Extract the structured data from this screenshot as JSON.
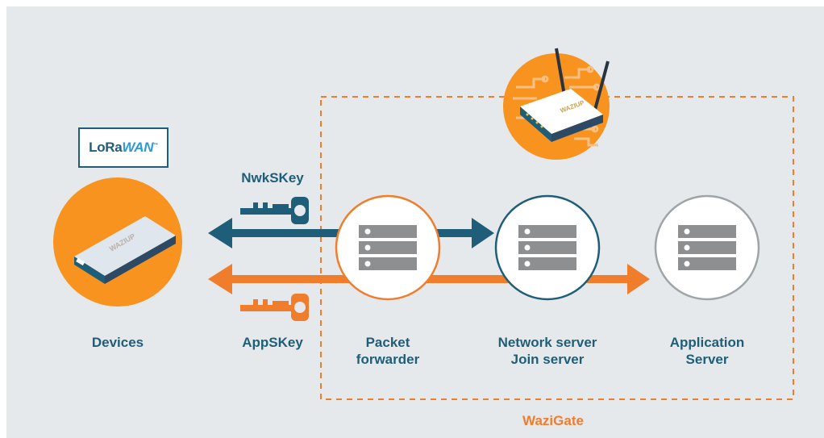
{
  "logo": {
    "prefix": "LoRa",
    "suffix": "WAN",
    "mark": "™"
  },
  "labels": {
    "devices": "Devices",
    "nwkskey": "NwkSKey",
    "appskey": "AppSKey",
    "packet_forwarder": [
      "Packet",
      "forwarder"
    ],
    "network_server": [
      "Network server",
      "Join server"
    ],
    "application_server": [
      "Application",
      "Server"
    ],
    "gateway": "WaziGate"
  },
  "colors": {
    "navy": "#1f5e78",
    "orange": "#f07d2c",
    "background": "#e6e9eb",
    "server_grey": "#8d8f91"
  },
  "icons": [
    "lorawan-device",
    "wazigate-router",
    "server-rack",
    "key"
  ]
}
